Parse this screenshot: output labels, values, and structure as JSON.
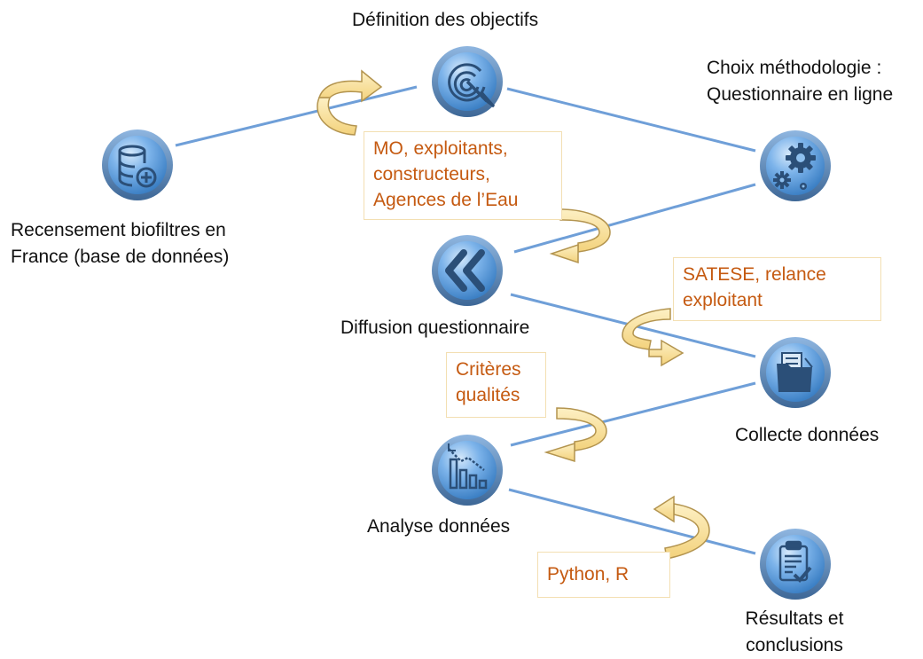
{
  "colors": {
    "connector": "#6f9fd8",
    "node_fill": "#4a8fd4",
    "node_rim": "#5e86b3",
    "icon": "#2b4f78",
    "note_text": "#c55a11",
    "note_border": "#f3dfb2",
    "arrow_fill": "#fbe5a4",
    "arrow_stroke": "#b3944f"
  },
  "nodes": [
    {
      "id": "recensement",
      "icon": "database-add-icon",
      "label": [
        "Recensement biofiltres en",
        "France (base de données)"
      ]
    },
    {
      "id": "objectifs",
      "icon": "target-icon",
      "label": [
        "Définition des objectifs"
      ]
    },
    {
      "id": "methodologie",
      "icon": "gears-icon",
      "label": [
        "Choix méthodologie :",
        "Questionnaire en ligne"
      ]
    },
    {
      "id": "diffusion",
      "icon": "double-chevron-left-icon",
      "label": [
        "Diffusion questionnaire"
      ]
    },
    {
      "id": "collecte",
      "icon": "folder-icon",
      "label": [
        "Collecte données"
      ]
    },
    {
      "id": "analyse",
      "icon": "chart-icon",
      "label": [
        "Analyse données"
      ]
    },
    {
      "id": "resultats",
      "icon": "clipboard-check-icon",
      "label": [
        "Résultats et",
        "conclusions"
      ]
    }
  ],
  "notes": [
    {
      "id": "acteurs",
      "lines": [
        "MO, exploitants,",
        "constructeurs,",
        "Agences de l’Eau"
      ]
    },
    {
      "id": "satese",
      "lines": [
        "SATESE, relance",
        "exploitant"
      ]
    },
    {
      "id": "criteres",
      "lines": [
        "Critères",
        "qualités"
      ]
    },
    {
      "id": "outils",
      "lines": [
        "Python, R"
      ]
    }
  ]
}
